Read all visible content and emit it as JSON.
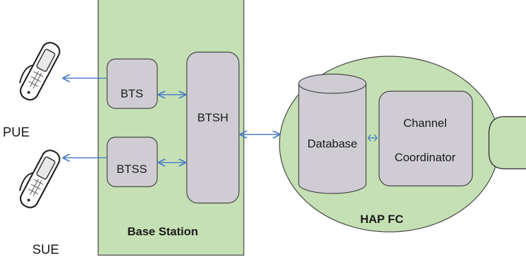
{
  "diagram": {
    "devices": {
      "pue_label": "PUE",
      "sue_label": "SUE"
    },
    "base_station": {
      "title": "Base Station",
      "bts_label": "BTS",
      "btss_label": "BTSS",
      "btsh_label": "BTSH"
    },
    "hap_fc": {
      "title": "HAP FC",
      "database_label": "Database",
      "channel_coordinator_line1": "Channel",
      "channel_coordinator_line2": "Coordinator"
    },
    "colors": {
      "station_fill": "#c5e0b4",
      "hap_fill": "#c5e0b4",
      "box_fill": "#cfcdd3",
      "arrow": "#4a7cc9"
    }
  }
}
